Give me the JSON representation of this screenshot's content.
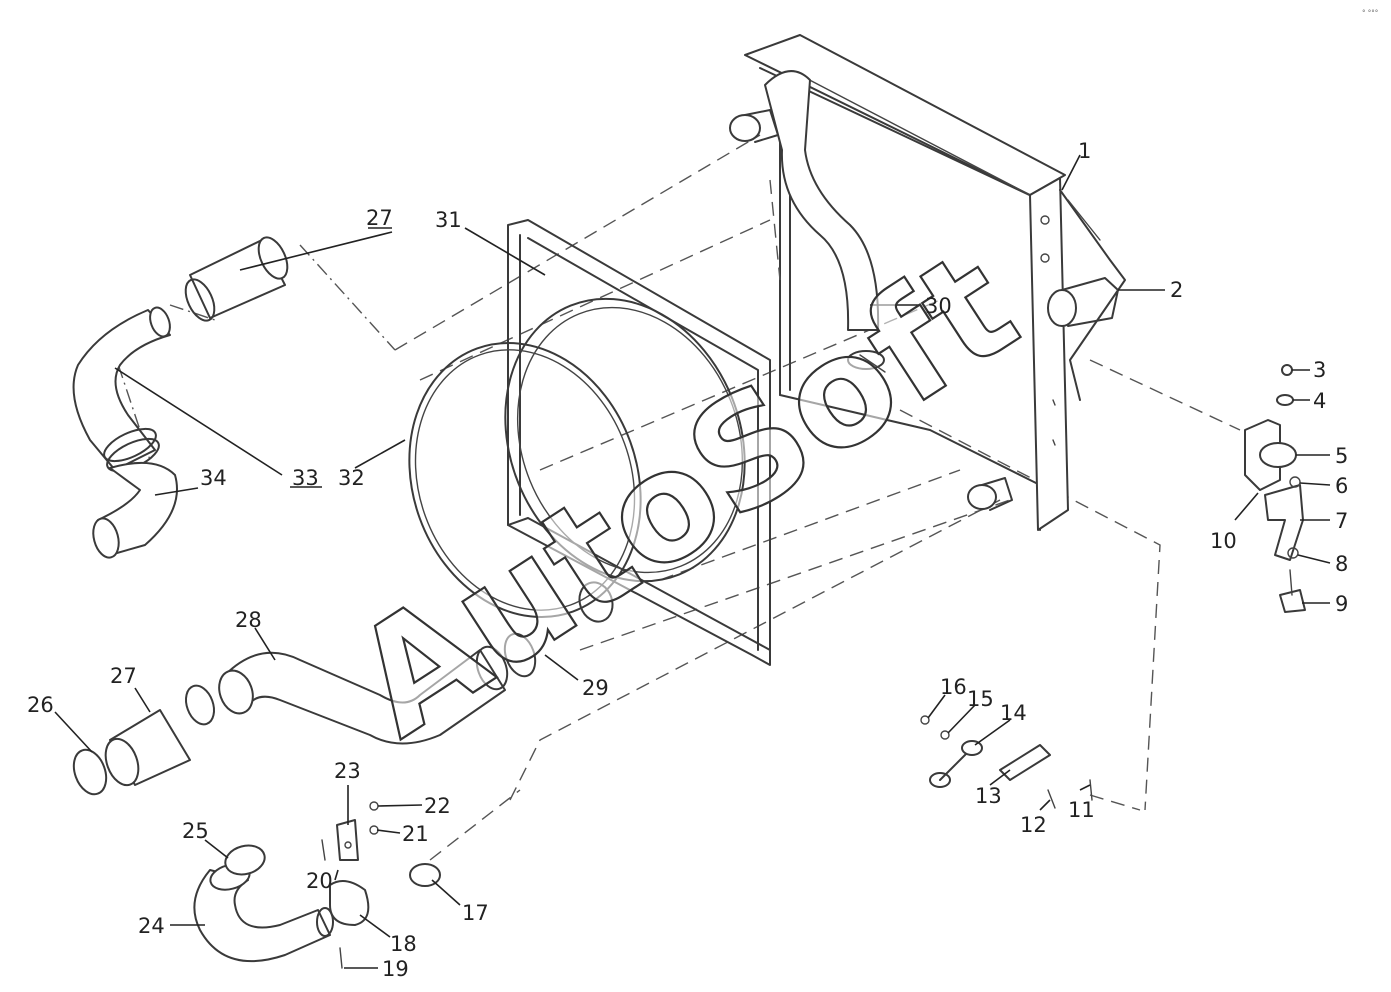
{
  "watermark": "AutoSoft",
  "corner_mark": "° °°°",
  "callouts": [
    {
      "id": "c1",
      "text": "1"
    },
    {
      "id": "c2",
      "text": "2"
    },
    {
      "id": "c3",
      "text": "3"
    },
    {
      "id": "c4",
      "text": "4"
    },
    {
      "id": "c5",
      "text": "5"
    },
    {
      "id": "c6",
      "text": "6"
    },
    {
      "id": "c7",
      "text": "7"
    },
    {
      "id": "c8",
      "text": "8"
    },
    {
      "id": "c9",
      "text": "9"
    },
    {
      "id": "c10",
      "text": "10"
    },
    {
      "id": "c11",
      "text": "11"
    },
    {
      "id": "c12",
      "text": "12"
    },
    {
      "id": "c13",
      "text": "13"
    },
    {
      "id": "c14",
      "text": "14"
    },
    {
      "id": "c15",
      "text": "15"
    },
    {
      "id": "c16",
      "text": "16"
    },
    {
      "id": "c17",
      "text": "17"
    },
    {
      "id": "c18",
      "text": "18"
    },
    {
      "id": "c19",
      "text": "19"
    },
    {
      "id": "c20",
      "text": "20"
    },
    {
      "id": "c21",
      "text": "21"
    },
    {
      "id": "c22",
      "text": "22"
    },
    {
      "id": "c23",
      "text": "23"
    },
    {
      "id": "c24",
      "text": "24"
    },
    {
      "id": "c25",
      "text": "25"
    },
    {
      "id": "c26",
      "text": "26"
    },
    {
      "id": "c27a",
      "text": "27"
    },
    {
      "id": "c27b",
      "text": "27"
    },
    {
      "id": "c28",
      "text": "28"
    },
    {
      "id": "c29",
      "text": "29"
    },
    {
      "id": "c30",
      "text": "30"
    },
    {
      "id": "c31",
      "text": "31"
    },
    {
      "id": "c32",
      "text": "32"
    },
    {
      "id": "c33",
      "text": "33"
    },
    {
      "id": "c34",
      "text": "34"
    }
  ]
}
